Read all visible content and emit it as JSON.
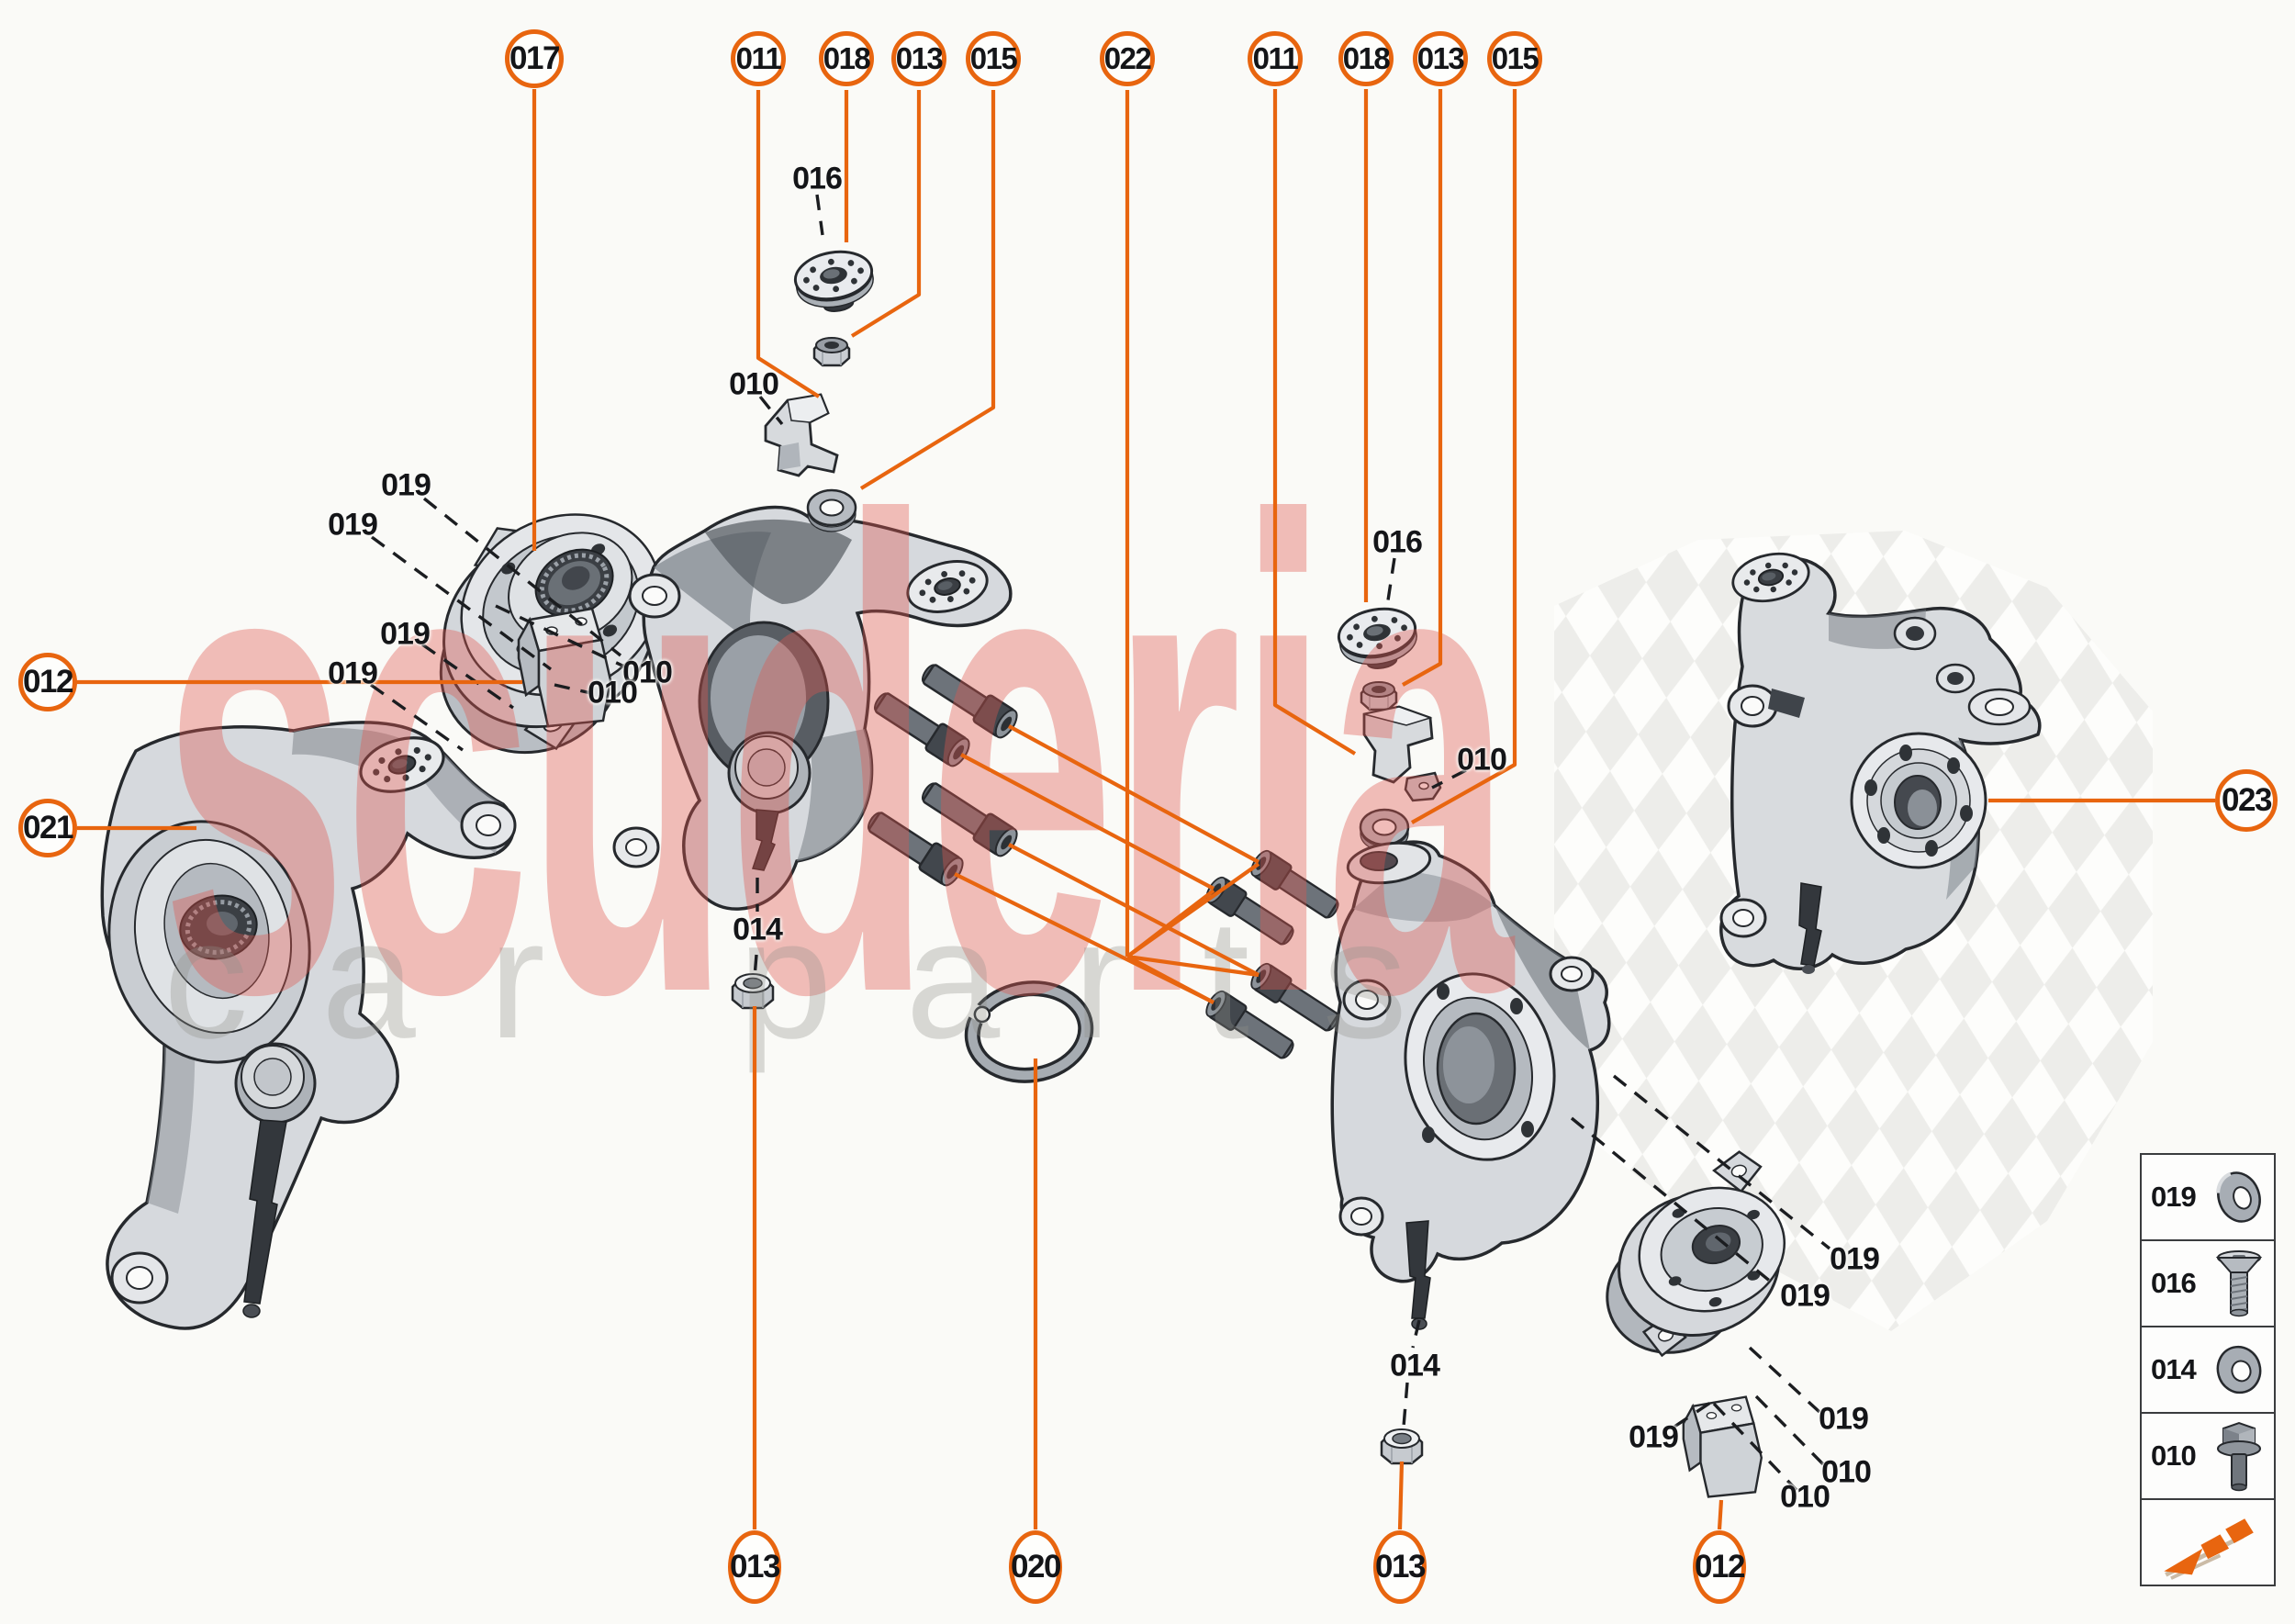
{
  "watermark": {
    "title": "scuderia",
    "subtitle": "car parts"
  },
  "colors": {
    "background": "#FAFAF7",
    "accent_orange": "#E8650F",
    "watermark_pink": "#F3BFBC",
    "watermark_gray": "#E1E1DD",
    "checker_gray": "#ECECE9",
    "line_black": "#1B1D20"
  },
  "callouts": [
    {
      "id": "017"
    },
    {
      "id": "011"
    },
    {
      "id": "018"
    },
    {
      "id": "013"
    },
    {
      "id": "015"
    },
    {
      "id": "022"
    },
    {
      "id": "011"
    },
    {
      "id": "018"
    },
    {
      "id": "013"
    },
    {
      "id": "015"
    },
    {
      "id": "012"
    },
    {
      "id": "021"
    },
    {
      "id": "023"
    },
    {
      "id": "013"
    },
    {
      "id": "020"
    },
    {
      "id": "013"
    },
    {
      "id": "012"
    }
  ],
  "part_labels": [
    {
      "text": "016"
    },
    {
      "text": "010"
    },
    {
      "text": "019"
    },
    {
      "text": "019"
    },
    {
      "text": "019"
    },
    {
      "text": "019"
    },
    {
      "text": "010"
    },
    {
      "text": "010"
    },
    {
      "text": "014"
    },
    {
      "text": "016"
    },
    {
      "text": "010"
    },
    {
      "text": "014"
    },
    {
      "text": "019"
    },
    {
      "text": "019"
    },
    {
      "text": "019"
    },
    {
      "text": "019"
    },
    {
      "text": "010"
    },
    {
      "text": "010"
    }
  ],
  "legend": {
    "items": [
      {
        "code": "019",
        "icon": "washer-icon"
      },
      {
        "code": "016",
        "icon": "countersunk-bolt-icon"
      },
      {
        "code": "014",
        "icon": "washer-icon"
      },
      {
        "code": "010",
        "icon": "flange-bolt-icon"
      }
    ],
    "logo_icon": "scuderia-arrow-logo"
  }
}
